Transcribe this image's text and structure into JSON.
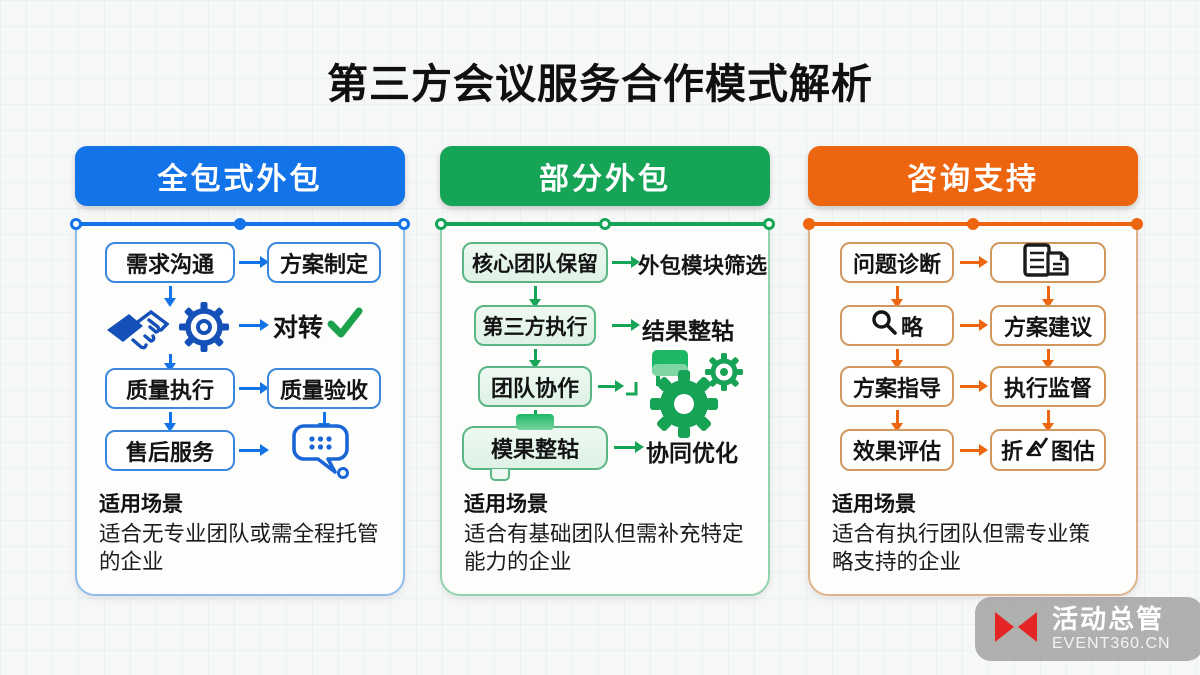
{
  "title": "第三方会议服务合作模式解析",
  "colors": {
    "check": "#1ca24d",
    "logo_red": "#e32525"
  },
  "columns": [
    {
      "header": "全包式外包",
      "colors": {
        "accent": "#1373e8",
        "box_border": "#3b87de",
        "card_border": "#90bcec"
      },
      "rows": {
        "r1_left": "需求沟通",
        "r1_right": "方案制定",
        "r2_right": "对转",
        "r3_left": "质量执行",
        "r3_right": "质量验收",
        "r4_left": "售后服务"
      },
      "scenario_title": "适用场景",
      "scenario_line1": "适合无专业团队或需全程托管",
      "scenario_line2": "的企业"
    },
    {
      "header": "部分外包",
      "colors": {
        "accent": "#16a457",
        "box_border": "#5bb584",
        "card_border": "#93d2ae"
      },
      "rows": {
        "r1_left": "核心团队保留",
        "r1_right": "外包模块筛选",
        "r2_left": "第三方执行",
        "r2_right": "结果整轱",
        "r3_left": "团队协作",
        "r4_left": "模果整轱",
        "r4_right": "协同优化"
      },
      "scenario_title": "适用场景",
      "scenario_line1": "适合有基础团队但需补充特定",
      "scenario_line2": "能力的企业"
    },
    {
      "header": "咨询支持",
      "colors": {
        "accent": "#ed650e",
        "box_border": "#d0985f",
        "card_border": "#ddb48b"
      },
      "rows": {
        "r1_left": "问题诊断",
        "r2_left": "略",
        "r2_right": "方案建议",
        "r3_left": "方案指导",
        "r3_right": "执行监督",
        "r4_left": "效果评估",
        "r4_right_pre": "折",
        "r4_right_post": "图估"
      },
      "scenario_title": "适用场景",
      "scenario_line1": "适合有执行团队但需专业策",
      "scenario_line2": "略支持的企业"
    }
  ],
  "watermark": {
    "brand": "活动总管",
    "site": "EVENT360.CN"
  }
}
